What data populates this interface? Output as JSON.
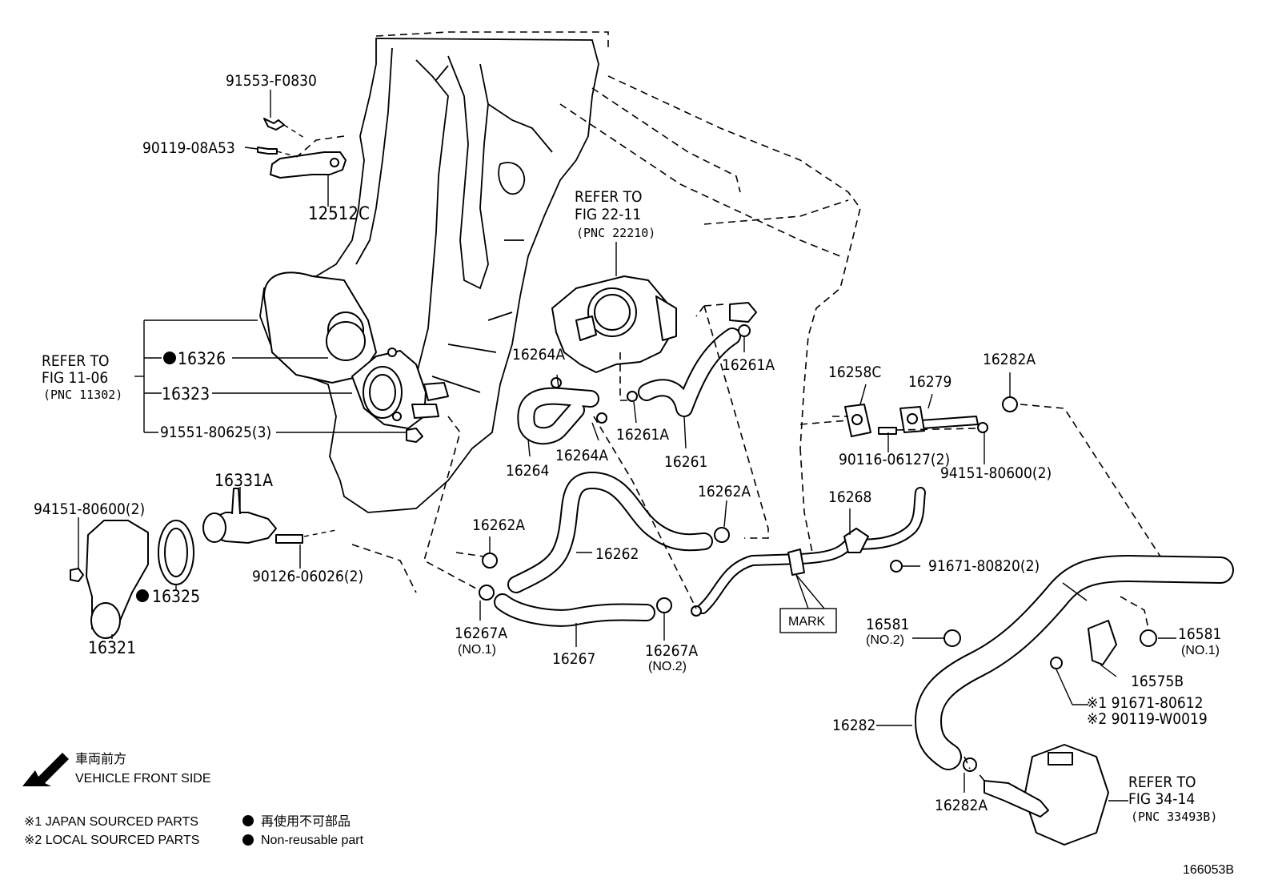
{
  "labels": {
    "p91553": "91553-F0830",
    "p90119": "90119-08A53",
    "p12512C": "12512C",
    "refer22_1": "REFER TO",
    "refer22_2": "FIG 22-11",
    "refer22_3": "(PNC 22210)",
    "refer11_1": "REFER TO",
    "refer11_2": "FIG 11-06",
    "refer11_3": "(PNC 11302)",
    "p16326": "16326",
    "p16323": "16323",
    "p91551": "91551-80625(3)",
    "p16264A_1": "16264A",
    "p16264A_2": "16264A",
    "p16264": "16264",
    "p16261A_1": "16261A",
    "p16261A_2": "16261A",
    "p16261": "16261",
    "p16258C": "16258C",
    "p16279": "16279",
    "p16282A_1": "16282A",
    "p90116": "90116-06127(2)",
    "p94151_r": "94151-80600(2)",
    "p16331A": "16331A",
    "p94151_l": "94151-80600(2)",
    "p16262A_1": "16262A",
    "p16262A_2": "16262A",
    "p16262": "16262",
    "p16268": "16268",
    "p91671": "91671-80820(2)",
    "p90126": "90126-06026(2)",
    "p16325": "16325",
    "p16321": "16321",
    "p16267A_1": "16267A",
    "no1_a": "(NO.1)",
    "p16267": "16267",
    "p16267A_2": "16267A",
    "no2_a": "(NO.2)",
    "mark": "MARK",
    "p16581_1": "16581",
    "no2_b": "(NO.2)",
    "p16581_2": "16581",
    "no1_b": "(NO.1)",
    "p16575B": "16575B",
    "note1_part": "※1 91671-80612",
    "note2_part": "※2 90119-W0019",
    "p16282": "16282",
    "p16282A_2": "16282A",
    "refer34_1": "REFER TO",
    "refer34_2": "FIG 34-14",
    "refer34_3": "(PNC 33493B)",
    "front_jp": "車両前方",
    "front_en": "VEHICLE FRONT SIDE",
    "legend1": "※1 JAPAN SOURCED PARTS",
    "legend2": "※2 LOCAL SOURCED PARTS",
    "legend_nr_jp": "再使用不可部品",
    "legend_nr_en": "Non-reusable part",
    "fig_code": "166053B"
  }
}
